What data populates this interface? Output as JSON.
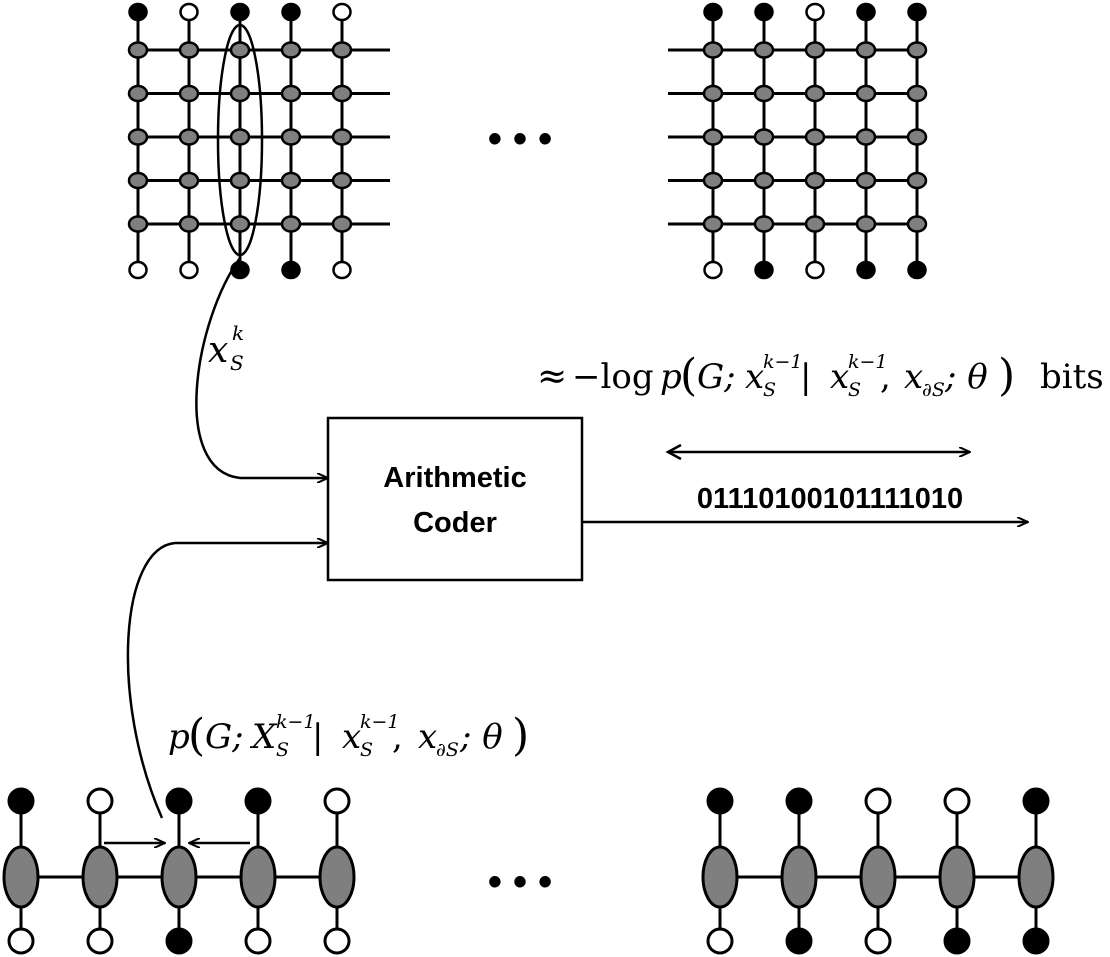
{
  "coder": {
    "line1": "Arithmetic",
    "line2": "Coder"
  },
  "output_bits": "01110100101111010",
  "ellipsis": "• • •",
  "label_xs": {
    "base": "x",
    "sub": "S",
    "sup": "k"
  },
  "cost_label": {
    "approx": "≈",
    "minus_log": "−log",
    "p": "p",
    "lparen": "(",
    "G": "G; ",
    "x1": "x",
    "x1_sup": "k−1",
    "x1_sub": "S",
    "bar": " | ",
    "x2": "x",
    "x2_sup": "k−1",
    "x2_sub": "S",
    "comma": ", ",
    "x3": "x",
    "x3_sub": "∂S",
    "theta": "; θ",
    "rparen": ")",
    "bits": "bits"
  },
  "prob_label": {
    "p": "p",
    "lparen": "(",
    "G": "G; ",
    "X": "X",
    "X_sup": "k−1",
    "X_sub": "S",
    "bar": " | ",
    "x2": "x",
    "x2_sup": "k−1",
    "x2_sub": "S",
    "comma": ", ",
    "x3": "x",
    "x3_sub": "∂S",
    "theta": "; θ",
    "rparen": ")"
  },
  "grids": {
    "left_top": [
      "black",
      "white",
      "black",
      "black",
      "white"
    ],
    "left_bottom": [
      "white",
      "white",
      "black",
      "black",
      "white"
    ],
    "right_top": [
      "black",
      "black",
      "white",
      "black",
      "black"
    ],
    "right_bottom": [
      "white",
      "black",
      "white",
      "black",
      "black"
    ]
  },
  "chains": {
    "left_top": [
      "black",
      "white",
      "black",
      "black",
      "white"
    ],
    "left_bottom": [
      "white",
      "white",
      "black",
      "white",
      "white"
    ],
    "right_top": [
      "black",
      "black",
      "white",
      "white",
      "black"
    ],
    "right_bottom": [
      "white",
      "black",
      "white",
      "black",
      "black"
    ]
  },
  "colors": {
    "stroke": "#000000",
    "node_gray": "#7f7f7f",
    "black_node": "#000000",
    "white_node": "#ffffff"
  }
}
